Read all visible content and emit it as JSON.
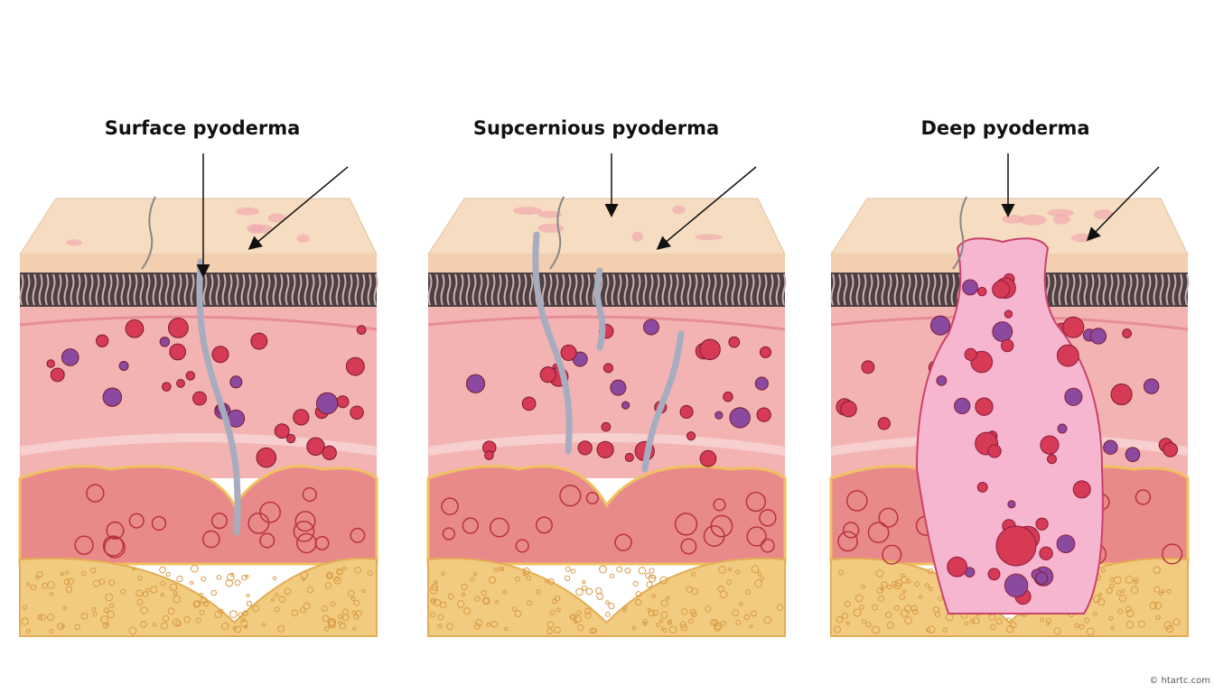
{
  "panels": [
    {
      "title": "Surface pyoderma",
      "type": "surface"
    },
    {
      "title": "Supcernious pyoderma",
      "type": "intermediate"
    },
    {
      "title": "Deep pyoderma",
      "type": "deep"
    }
  ],
  "watermark": "© htartc.com",
  "colors": {
    "epidermis": "#f6dcc0",
    "hair_layer": "#4d3f42",
    "dermis": "#f4b3b3",
    "deep_dermis": "#e98a8a",
    "fat": "#f1cc80",
    "pus": "#f7b6cf",
    "cell_red": "#d63a55",
    "cell_purple": "#8a4aa0"
  }
}
